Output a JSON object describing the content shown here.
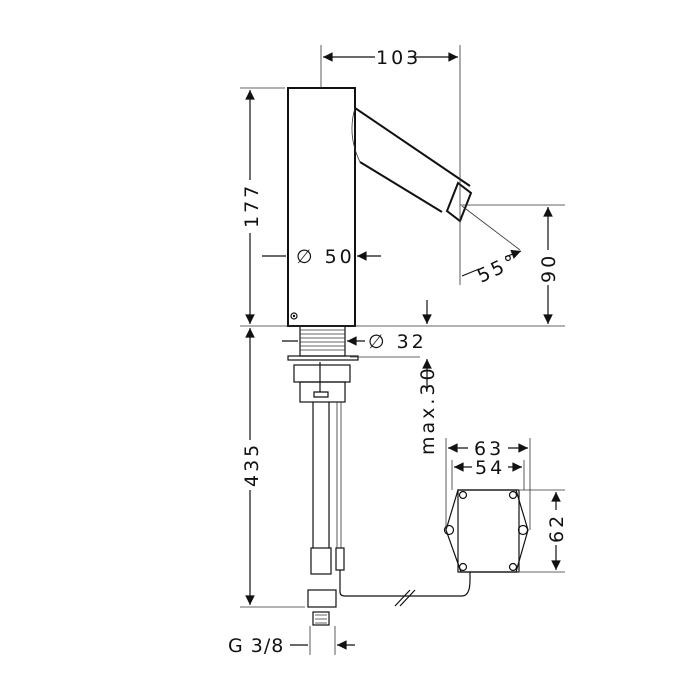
{
  "dimensions": {
    "spout_reach": "103",
    "body_height": "177",
    "body_diameter": "∅ 50",
    "spray_angle": "55°",
    "spout_height": "90",
    "shank_diameter": "∅ 32",
    "total_length": "435",
    "max_counter_thickness": "max.30",
    "box_width_outer": "63",
    "box_width_inner": "54",
    "box_height": "62",
    "connection_thread": "G 3/8"
  },
  "colors": {
    "line": "#111111",
    "background": "#ffffff"
  }
}
